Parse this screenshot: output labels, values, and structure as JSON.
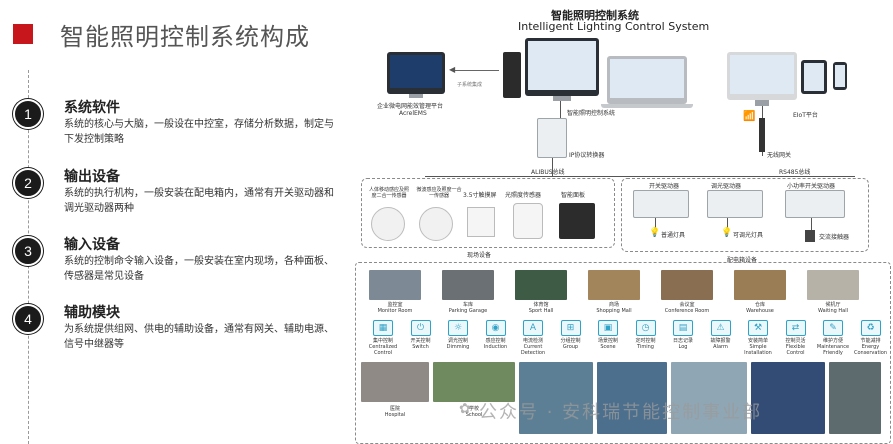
{
  "title": "智能照明控制系统构成",
  "sections": [
    {
      "num": "1",
      "heading": "系统软件",
      "desc": "系统的核心与大脑，一般设在中控室，存储分析数据，制定与下发控制策略"
    },
    {
      "num": "2",
      "heading": "输出设备",
      "desc": "系统的执行机构，一般安装在配电箱内，通常有开关驱动器和调光驱动器两种"
    },
    {
      "num": "3",
      "heading": "输入设备",
      "desc": "系统的控制命令输入设备，一般安装在室内现场，各种面板、传感器是常见设备"
    },
    {
      "num": "4",
      "heading": "辅助模块",
      "desc": "为系统提供组网、供电的辅助设备，通常有网关、辅助电源、信号中继器等"
    }
  ],
  "diagram": {
    "title_cn": "智能照明控制系统",
    "title_en": "Intelligent Lighting Control System",
    "ems_label_cn": "企业微电网能效管理平台",
    "ems_label_en": "AcrelEMS",
    "subsystem_label": "子系统集成",
    "main_system_label": "智能照明控制系统",
    "eiot_label": "EIoT平台",
    "ip_converter": "IP协议转换器",
    "wireless": "无线网关",
    "alibus": "ALIBUS总线",
    "rs485": "RS485总线",
    "field_devices": [
      {
        "label": "人体移动感应及照度二合一传感器"
      },
      {
        "label": "微波感应及照度一合一传感器"
      },
      {
        "label": "3.5寸触摸屏"
      },
      {
        "label": "光照度传感器"
      },
      {
        "label": "智能面板"
      }
    ],
    "field_group": "现场设备",
    "drivers": [
      {
        "label": "开关驱动器"
      },
      {
        "label": "调光驱动器"
      },
      {
        "label": "小功率开关驱动器"
      }
    ],
    "loads": [
      {
        "label": "普通灯具"
      },
      {
        "label": "可调光灯具"
      },
      {
        "label": "交流接触器"
      }
    ],
    "box_group": "配电箱设备",
    "scenes_top": [
      {
        "cn": "监控室",
        "en": "Monitor Room",
        "color": "#7d8a96"
      },
      {
        "cn": "车库",
        "en": "Parking Garage",
        "color": "#6b7075"
      },
      {
        "cn": "体育馆",
        "en": "Sport Hall",
        "color": "#3d5b45"
      },
      {
        "cn": "商场",
        "en": "Shopping Mall",
        "color": "#a3855c"
      },
      {
        "cn": "会议室",
        "en": "Conference Room",
        "color": "#8a6e52"
      },
      {
        "cn": "仓库",
        "en": "Warehouse",
        "color": "#9a7d55"
      },
      {
        "cn": "候机厅",
        "en": "Waiting Hall",
        "color": "#b6b2a8"
      }
    ],
    "functions": [
      {
        "cn": "集中控制",
        "en": "Centralized Control",
        "glyph": "▦"
      },
      {
        "cn": "开关控制",
        "en": "Switch",
        "glyph": "⏻"
      },
      {
        "cn": "调光控制",
        "en": "Dimming",
        "glyph": "☼"
      },
      {
        "cn": "感应控制",
        "en": "Induction",
        "glyph": "◉"
      },
      {
        "cn": "电流检测",
        "en": "Current Detection",
        "glyph": "A"
      },
      {
        "cn": "分组控制",
        "en": "Group",
        "glyph": "⊞"
      },
      {
        "cn": "场景控制",
        "en": "Scene",
        "glyph": "▣"
      },
      {
        "cn": "定时控制",
        "en": "Timing",
        "glyph": "◷"
      },
      {
        "cn": "日志记录",
        "en": "Log",
        "glyph": "▤"
      },
      {
        "cn": "故障报警",
        "en": "Alarm",
        "glyph": "⚠"
      },
      {
        "cn": "安装简单",
        "en": "Simple Installation",
        "glyph": "⚒"
      },
      {
        "cn": "控制灵活",
        "en": "Flexible Control",
        "glyph": "⇄"
      },
      {
        "cn": "维护方便",
        "en": "Maintenance Friendly",
        "glyph": "✎"
      },
      {
        "cn": "节能减排",
        "en": "Energy Conservation",
        "glyph": "♻"
      }
    ],
    "scenes_bottom": [
      {
        "cn": "医院",
        "en": "Hospital",
        "color": "#8f8a86"
      },
      {
        "cn": "学校",
        "en": "School",
        "color": "#6f8a5e"
      },
      {
        "cn": "",
        "en": "",
        "color": "#5d7f95"
      },
      {
        "cn": "",
        "en": "",
        "color": "#4d6f8e"
      },
      {
        "cn": "",
        "en": "",
        "color": "#8fa6b4"
      },
      {
        "cn": "",
        "en": "",
        "color": "#324c76"
      },
      {
        "cn": "",
        "en": "",
        "color": "#5e6b6e"
      }
    ],
    "watermark": "公众号 · 安科瑞节能控制事业部"
  }
}
